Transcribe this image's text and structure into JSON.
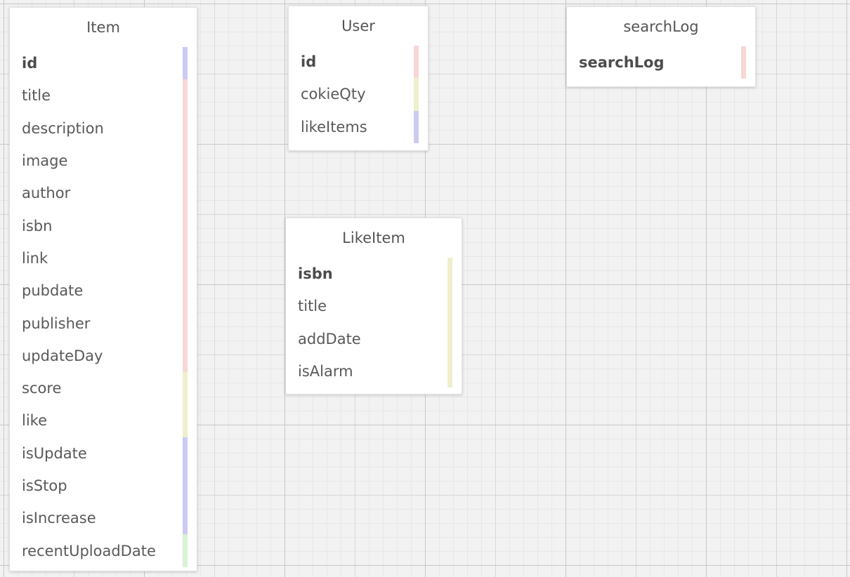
{
  "canvas": {
    "background_color": "#f2f2f2",
    "grid_minor_color": "#e7e7e7",
    "grid_medium_color": "#d7d7d7",
    "grid_major_color": "#c7c7c7"
  },
  "stripe_colors": {
    "pink": "#f8d7d5",
    "yellow": "#efefcc",
    "purple": "#cbcbf2",
    "green": "#d9f3d5"
  },
  "entities": [
    {
      "name": "Item",
      "fields": [
        {
          "name": "id",
          "pk": true,
          "color": "#cbcbf2"
        },
        {
          "name": "title",
          "pk": false,
          "color": "#f8d7d5"
        },
        {
          "name": "description",
          "pk": false,
          "color": "#f8d7d5"
        },
        {
          "name": "image",
          "pk": false,
          "color": "#f8d7d5"
        },
        {
          "name": "author",
          "pk": false,
          "color": "#f8d7d5"
        },
        {
          "name": "isbn",
          "pk": false,
          "color": "#f8d7d5"
        },
        {
          "name": "link",
          "pk": false,
          "color": "#f8d7d5"
        },
        {
          "name": "pubdate",
          "pk": false,
          "color": "#f8d7d5"
        },
        {
          "name": "publisher",
          "pk": false,
          "color": "#f8d7d5"
        },
        {
          "name": "updateDay",
          "pk": false,
          "color": "#f8d7d5"
        },
        {
          "name": "score",
          "pk": false,
          "color": "#efefcc"
        },
        {
          "name": "like",
          "pk": false,
          "color": "#efefcc"
        },
        {
          "name": "isUpdate",
          "pk": false,
          "color": "#cbcbf2"
        },
        {
          "name": "isStop",
          "pk": false,
          "color": "#cbcbf2"
        },
        {
          "name": "isIncrease",
          "pk": false,
          "color": "#cbcbf2"
        },
        {
          "name": "recentUploadDate",
          "pk": false,
          "color": "#d9f3d5"
        }
      ]
    },
    {
      "name": "User",
      "fields": [
        {
          "name": "id",
          "pk": true,
          "color": "#f8d7d5"
        },
        {
          "name": "cokieQty",
          "pk": false,
          "color": "#efefcc"
        },
        {
          "name": "likeItems",
          "pk": false,
          "color": "#cbcbf2"
        }
      ]
    },
    {
      "name": "searchLog",
      "fields": [
        {
          "name": "searchLog",
          "pk": true,
          "color": "#f8d7d5"
        }
      ]
    },
    {
      "name": "LikeItem",
      "fields": [
        {
          "name": "isbn",
          "pk": true,
          "color": "#efefcc"
        },
        {
          "name": "title",
          "pk": false,
          "color": "#efefcc"
        },
        {
          "name": "addDate",
          "pk": false,
          "color": "#efefcc"
        },
        {
          "name": "isAlarm",
          "pk": false,
          "color": "#efefcc"
        }
      ]
    }
  ]
}
